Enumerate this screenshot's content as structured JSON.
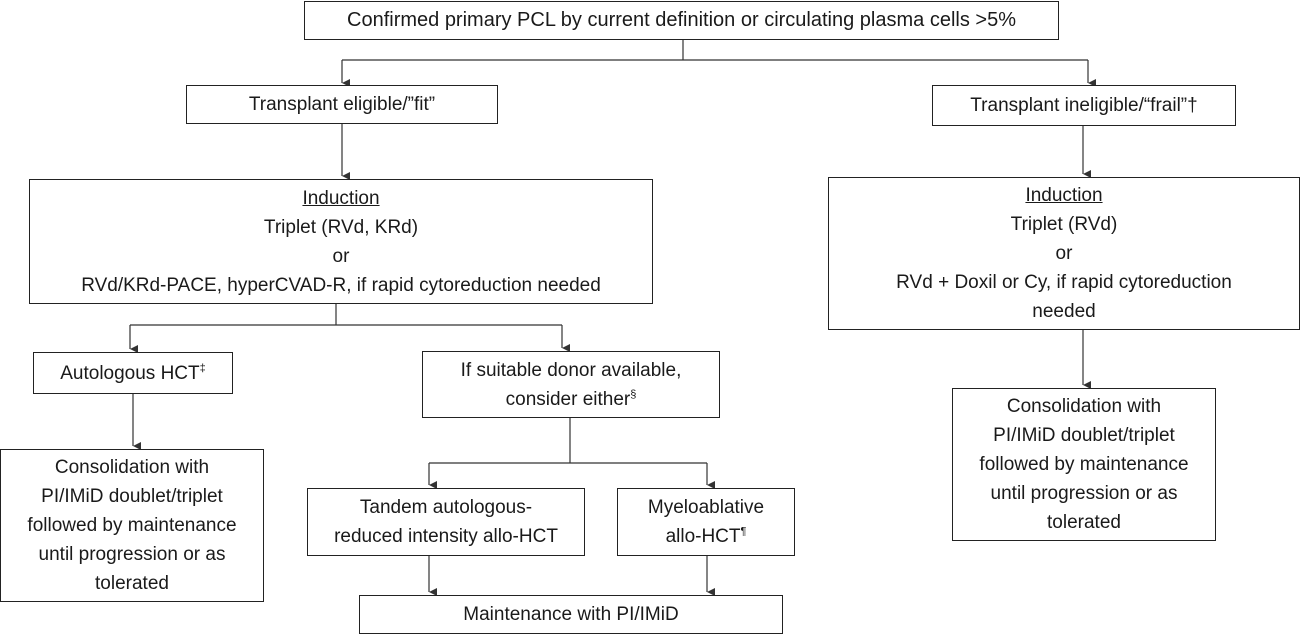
{
  "nodes": {
    "root": {
      "line1": "Confirmed primary PCL by current definition or circulating plasma cells >5%"
    },
    "fit": {
      "line1": "Transplant eligible/”fit”"
    },
    "frail": {
      "line1": "Transplant ineligible/“frail”",
      "mark": "†"
    },
    "induction_fit": {
      "heading": "Induction",
      "line1": "Triplet (RVd, KRd)",
      "line2": "or",
      "line3": "RVd/KRd-PACE, hyperCVAD-R, if rapid cytoreduction needed"
    },
    "induction_frail": {
      "heading": "Induction",
      "line1": "Triplet (RVd)",
      "line2": "or",
      "line3": "RVd + Doxil or Cy, if rapid cytoreduction",
      "line4": "needed"
    },
    "auto_hct": {
      "line1": "Autologous HCT",
      "mark": "‡"
    },
    "donor": {
      "line1": "If suitable donor available,",
      "line2": "consider either",
      "mark": "§"
    },
    "consol_fit": {
      "line1": "Consolidation with",
      "line2": "PI/IMiD doublet/triplet",
      "line3": "followed by maintenance",
      "line4": "until progression or as",
      "line5": "tolerated"
    },
    "tandem": {
      "line1": "Tandem  autologous-",
      "line2": "reduced intensity allo-HCT"
    },
    "myelo": {
      "line1": "Myeloablative",
      "line2": "allo-HCT",
      "mark": "¶"
    },
    "maintenance": {
      "line1": "Maintenance with PI/IMiD"
    },
    "consol_frail": {
      "line1": "Consolidation with",
      "line2": "PI/IMiD doublet/triplet",
      "line3": "followed by maintenance",
      "line4": "until progression or as",
      "line5": "tolerated"
    }
  }
}
